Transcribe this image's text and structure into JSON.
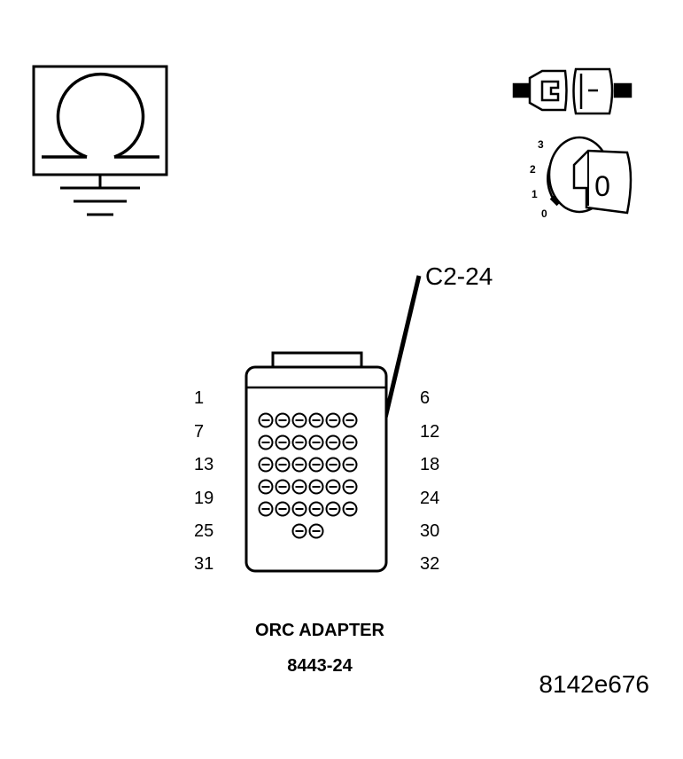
{
  "callout_label": "C2-24",
  "connector": {
    "left_pin_labels": [
      "1",
      "7",
      "13",
      "19",
      "25",
      "31"
    ],
    "right_pin_labels": [
      "6",
      "12",
      "18",
      "24",
      "30",
      "32"
    ],
    "rows": [
      6,
      6,
      6,
      6,
      6,
      2
    ],
    "highlighted_pin": 24
  },
  "adapter_name": "ORC ADAPTER",
  "adapter_number": "8443-24",
  "ignition_positions": [
    "3",
    "2",
    "1",
    "0"
  ],
  "key_position_label": "0",
  "figure_id": "8142e676",
  "icons": [
    "ohmmeter-icon",
    "ground-icon",
    "disconnect-connector-icon",
    "ignition-key-icon"
  ]
}
